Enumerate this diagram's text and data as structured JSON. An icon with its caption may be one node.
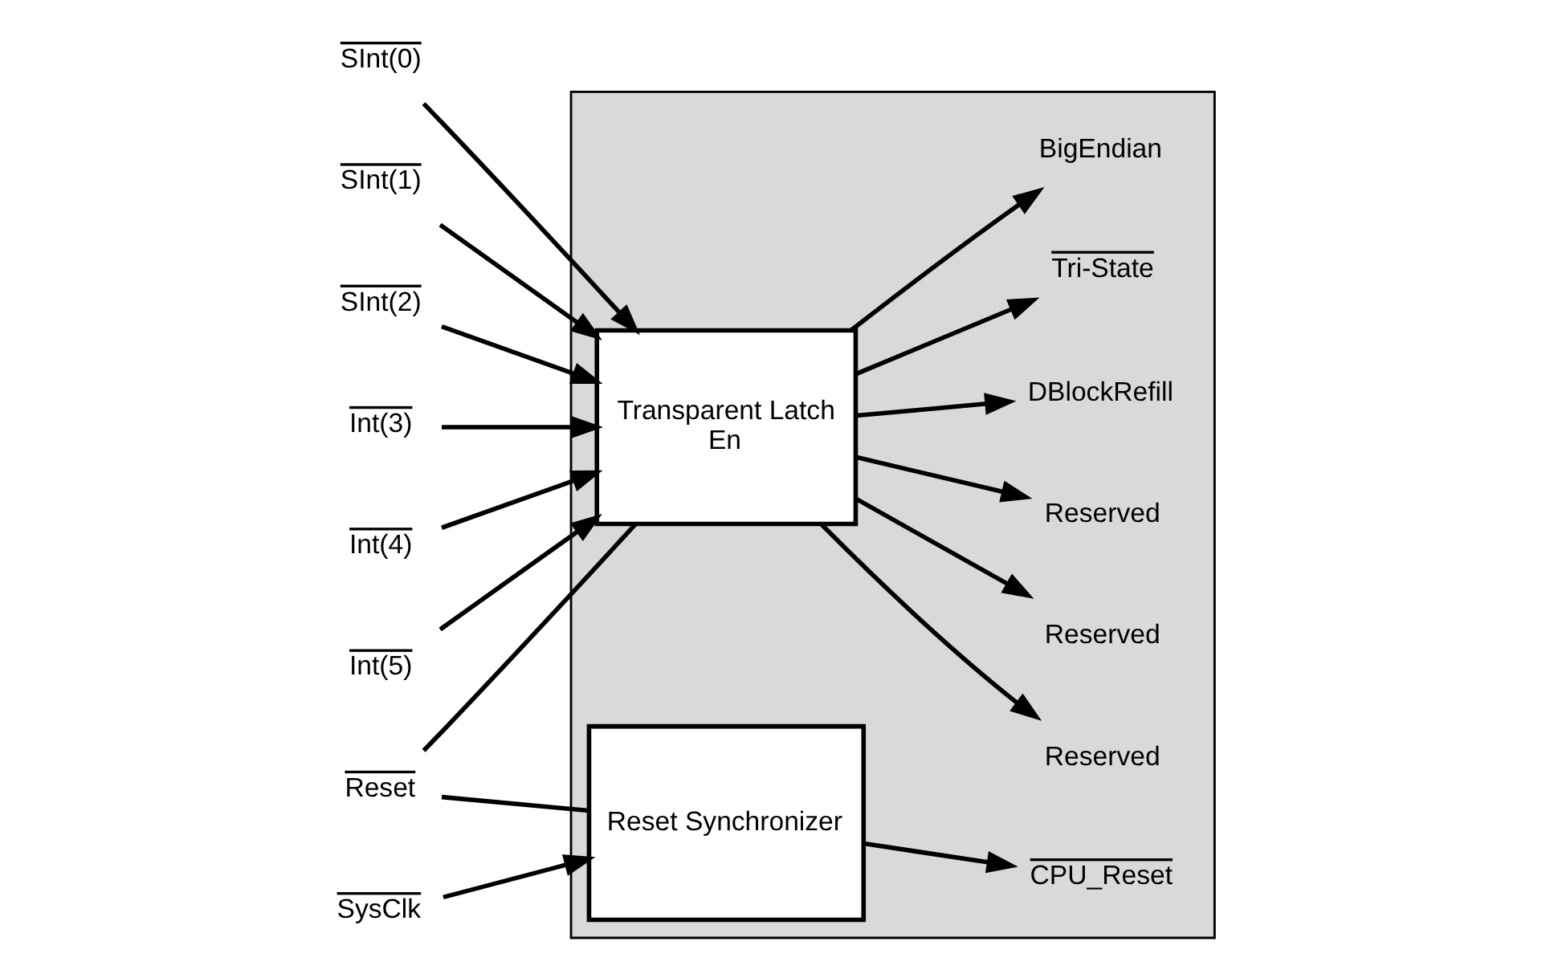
{
  "diagram": {
    "nodes": [
      {
        "text": [],
        "shape": "box"
      },
      {
        "text": [
          "Transparent Latch",
          "En"
        ],
        "in": 0
      },
      {
        "text": [
          "Reset Synchronizer"
        ],
        "in": 0
      },
      {
        "text": [
          "SInt(0)"
        ]
      },
      {
        "text": [
          "SInt(1)"
        ]
      },
      {
        "text": [
          "SInt(2)"
        ]
      },
      {
        "text": [
          "Int(3)"
        ]
      },
      {
        "text": [
          "Int(4)"
        ]
      },
      {
        "text": [
          "Int(5)"
        ]
      },
      {
        "text": [
          "Reset"
        ]
      },
      {
        "text": [
          "SysClk"
        ]
      },
      {
        "text": [
          "BigEndian"
        ],
        "in": 0
      },
      {
        "text": [
          "Tri-State"
        ],
        "in": 0
      },
      {
        "text": [
          "DBlockRefill"
        ],
        "in": 0
      },
      {
        "text": [
          "Reserved"
        ],
        "in": 0
      },
      {
        "text": [
          "Reserved"
        ],
        "in": 0
      },
      {
        "text": [
          "Reserved"
        ],
        "in": 0
      },
      {
        "text": [
          "CPU_Reset"
        ],
        "in": 0
      }
    ],
    "edges": [
      {
        "from": 3,
        "to": 1,
        "arrow": "to"
      },
      {
        "from": 4,
        "to": 1,
        "arrow": "to"
      },
      {
        "from": 5,
        "to": 1,
        "arrow": "to"
      },
      {
        "from": 6,
        "to": 1,
        "arrow": "to"
      },
      {
        "from": 7,
        "to": 1,
        "arrow": "to"
      },
      {
        "from": 8,
        "to": 1,
        "arrow": "to"
      },
      {
        "from": 1,
        "to": 11,
        "arrow": "to"
      },
      {
        "from": 1,
        "to": 12,
        "arrow": "to"
      },
      {
        "from": 1,
        "to": 13,
        "arrow": "to"
      },
      {
        "from": 1,
        "to": 14,
        "arrow": "to"
      },
      {
        "from": 1,
        "to": 15,
        "arrow": "to"
      },
      {
        "from": 1,
        "to": 16,
        "arrow": "to"
      },
      {
        "from": 9,
        "to": 1,
        "arrow": "none"
      },
      {
        "from": 9,
        "to": 2,
        "arrow": "none"
      },
      {
        "from": 10,
        "to": 2,
        "arrow": "to"
      },
      {
        "from": 2,
        "to": 17,
        "arrow": "to"
      }
    ]
  }
}
